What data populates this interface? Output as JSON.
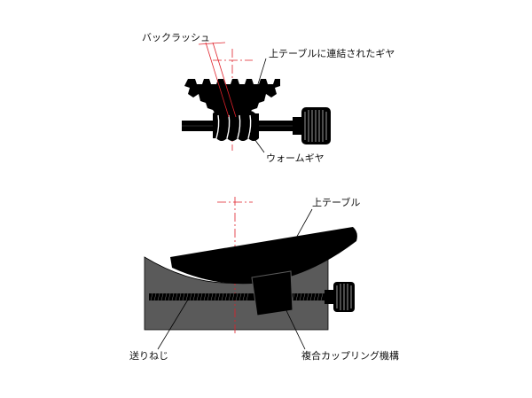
{
  "labels": {
    "backlash": "バックラッシュ",
    "gear_on_table": "上テーブルに連結されたギヤ",
    "worm_gear": "ウォームギヤ",
    "upper_table": "上テーブル",
    "feed_screw": "送りねじ",
    "coupling": "複合カップリング機構"
  },
  "colors": {
    "ink": "#000000",
    "base_gray": "#5a5a5a",
    "centerline_red": "#e0202a",
    "leader": "#000000",
    "background": "#ffffff"
  },
  "icons": {
    "knob": "knurled-knob-icon"
  }
}
